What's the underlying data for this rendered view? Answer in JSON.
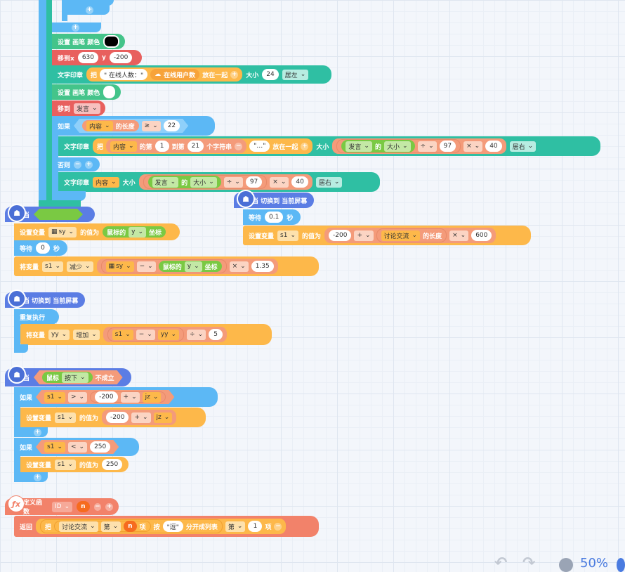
{
  "op": {
    "plus": "+",
    "minus": "−",
    "times": "×",
    "div": "÷",
    "gte": "≥",
    "gt": ">",
    "lt": "<",
    "add": "+"
  },
  "top": {
    "set_pen_color": "设置 画笔 颜色",
    "move_to_xy": {
      "label": "移到x",
      "x": "630",
      "ylabel": "y",
      "y": "-200"
    },
    "stamp1": {
      "label": "文字印章",
      "ba": "把",
      "text": "\" 在线人数：\"",
      "cloud": "在线用户数",
      "join": "放在一起",
      "size_label": "大小",
      "size": "24",
      "align": "居左"
    },
    "set_pen_color2": "设置 画笔 颜色",
    "move_to": {
      "label": "移到",
      "target": "发言"
    },
    "if1": {
      "label": "如果",
      "content": "内容",
      "len": "的长度",
      "val": "22"
    },
    "stamp2": {
      "label": "文字印章",
      "ba": "把",
      "content": "内容",
      "de_di": "的第",
      "from": "1",
      "dao_di": "到第",
      "to": "21",
      "chars": "个字符串",
      "dots": "\"…\"",
      "join": "放在一起",
      "size_label": "大小",
      "speak": "发言",
      "de": "的",
      "size_attr": "大小",
      "n97": "97",
      "n40": "40",
      "align": "居右"
    },
    "else": "否则",
    "stamp3": {
      "label": "文字印章",
      "content": "内容",
      "size_label": "大小",
      "speak": "发言",
      "de": "的",
      "size_attr": "大小",
      "n97": "97",
      "n40": "40",
      "align": "居右"
    }
  },
  "g2": {
    "hat_when": "当",
    "set_sy": {
      "label": "设置变量",
      "var": "sy",
      "val_of": "的值为",
      "mouse": "鼠标的",
      "axis": "y",
      "coord": "坐标"
    },
    "wait": {
      "label": "等待",
      "val": "0",
      "unit": "秒"
    },
    "change": {
      "label": "将变量",
      "var": "s1",
      "op": "减少",
      "v1": "sy",
      "mouse": "鼠标的",
      "axis": "y",
      "coord": "坐标",
      "n": "1.35"
    }
  },
  "g3": {
    "hat": "当 切换到 当前屏幕",
    "wait": {
      "label": "等待",
      "val": "0.1",
      "unit": "秒"
    },
    "set": {
      "label": "设置变量",
      "var": "s1",
      "val_of": "的值为",
      "n1": "-200",
      "disc": "讨论交流",
      "len": "的长度",
      "n2": "600"
    }
  },
  "g4": {
    "hat": "当 切换到 当前屏幕",
    "repeat": "重复执行",
    "change": {
      "label": "将变量",
      "var": "yy",
      "op": "增加",
      "a": "s1",
      "b": "yy",
      "n": "5"
    }
  },
  "g5": {
    "hat_when": "当",
    "mouse": "鼠标",
    "press": "按下",
    "not": "不成立",
    "if1": {
      "label": "如果",
      "a": "s1",
      "n": "-200",
      "b": "jz"
    },
    "set1": {
      "label": "设置变量",
      "var": "s1",
      "val_of": "的值为",
      "n": "-200",
      "b": "jz"
    },
    "if2": {
      "label": "如果",
      "a": "s1",
      "n": "250"
    },
    "set2": {
      "label": "设置变量",
      "var": "s1",
      "val_of": "的值为",
      "n": "250"
    }
  },
  "g6": {
    "def": "定义函数",
    "id": "ID",
    "param": "n",
    "ret": {
      "label": "返回",
      "ba": "把",
      "disc": "讨论交流",
      "di": "第",
      "n": "n",
      "xiang": "项",
      "an": "按",
      "sep": "\"逗\"",
      "split": "分开成列表",
      "di2": "第",
      "k": "1",
      "xiang2": "项"
    }
  },
  "zoom": "50%",
  "colors": {
    "pen": "#44c48a",
    "motion": "#e8605e",
    "text": "#2fbfa3",
    "control": "#5cb8f5",
    "event": "#5b7de4",
    "var": "#fdb84a",
    "math": "#f49b7a",
    "sense": "#7ac943",
    "string": "#fdb84a",
    "func": "#f2826a"
  }
}
